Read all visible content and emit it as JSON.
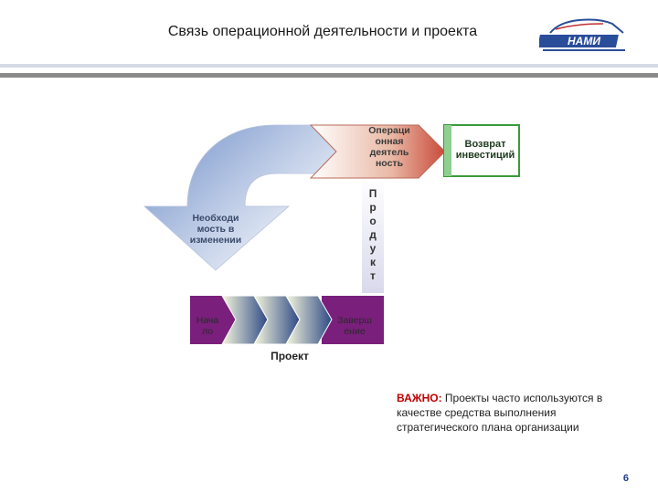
{
  "header": {
    "title": "Связь операционной деятельности и проекта",
    "logo_text": "НАМИ"
  },
  "diagram": {
    "operations": "Операци онная деятель ность",
    "return": "Возврат инвестиций",
    "product_letters": [
      "П",
      "р",
      "о",
      "д",
      "у",
      "к",
      "т"
    ],
    "need_change": "Необходи мость в изменении",
    "start": "Нача ло",
    "finish": "Заверш ение",
    "project": "Проект"
  },
  "note": {
    "label": "ВАЖНО:",
    "text": " Проекты часто используются в качестве средства выполнения стратегического плана организации"
  },
  "page_number": "6"
}
